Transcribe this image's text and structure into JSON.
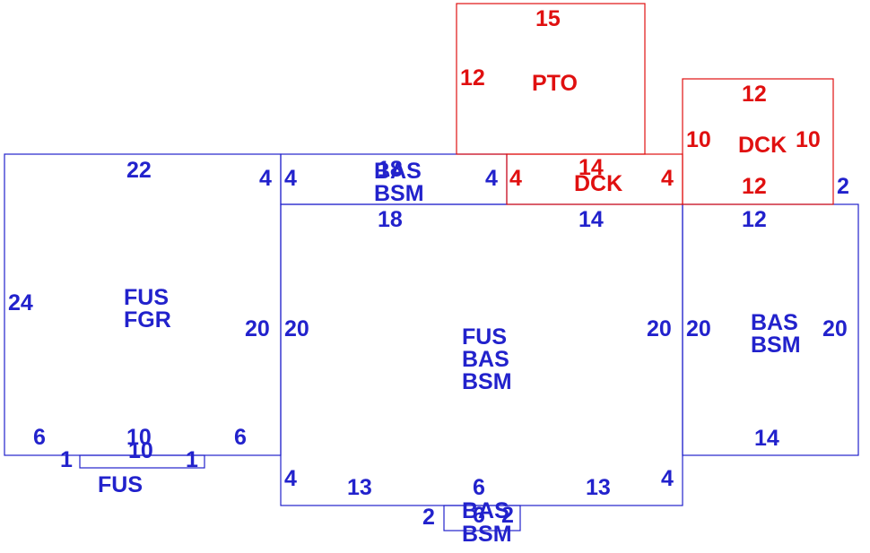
{
  "colors": {
    "blue": "#2222cc",
    "red": "#e01010",
    "background": "#ffffff"
  },
  "sections": {
    "garage": {
      "codes": [
        "FUS",
        "FGR"
      ],
      "dims": {
        "top": "22",
        "left": "24",
        "right": "20",
        "top_right": "4",
        "bottom_left": "6",
        "bottom_mid": "10",
        "bottom_right": "6"
      }
    },
    "garage_ext": {
      "codes": [
        "FUS"
      ],
      "dims": {
        "top": "10",
        "left": "1",
        "right": "1"
      }
    },
    "main": {
      "codes": [
        "FUS",
        "BAS",
        "BSM"
      ],
      "dims": {
        "top_left": "18",
        "top_right": "14",
        "left": "20",
        "right": "20",
        "bl_corner": "4",
        "bottom_left": "13",
        "bottom_mid": "6",
        "bottom_right": "13",
        "br_corner": "4"
      }
    },
    "front_strip": {
      "codes": [
        "BAS",
        "BSM"
      ],
      "dims": {
        "top": "18",
        "left": "4",
        "right": "4"
      }
    },
    "rear_bump": {
      "codes": [
        "BAS",
        "BSM"
      ],
      "dims": {
        "width": "6",
        "left": "2",
        "right": "2"
      }
    },
    "east_wing": {
      "codes": [
        "BAS",
        "BSM"
      ],
      "dims": {
        "top": "12",
        "left": "20",
        "right": "20",
        "bottom": "14",
        "top_right": "2"
      }
    },
    "patio": {
      "code": "PTO",
      "dims": {
        "top": "15",
        "left": "12"
      }
    },
    "deck_strip": {
      "code": "DCK",
      "dims": {
        "top": "14",
        "left": "4",
        "right": "4"
      }
    },
    "deck": {
      "code": "DCK",
      "dims": {
        "top": "12",
        "bottom": "12",
        "left": "10",
        "right": "10"
      }
    }
  }
}
